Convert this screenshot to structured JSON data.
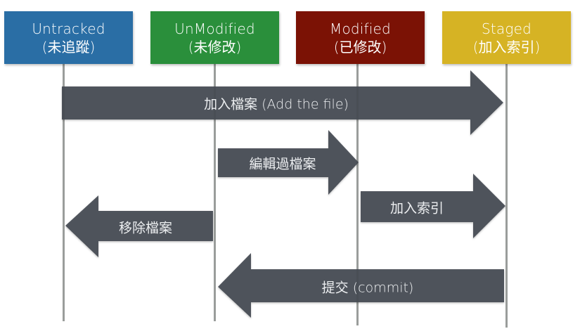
{
  "states": [
    {
      "name": "Untracked",
      "sub": "(未追蹤)",
      "color": "#2a6ea5"
    },
    {
      "name": "UnModified",
      "sub": "(未修改)",
      "color": "#2a8f3b"
    },
    {
      "name": "Modified",
      "sub": "(已修改)",
      "color": "#7b1205"
    },
    {
      "name": "Staged",
      "sub": "(加入索引)",
      "color": "#d6b324"
    }
  ],
  "transitions": [
    {
      "label": "加入檔案 (Add the file)",
      "from": "Untracked",
      "to": "Staged",
      "direction": "right"
    },
    {
      "label": "編輯過檔案",
      "from": "UnModified",
      "to": "Modified",
      "direction": "right"
    },
    {
      "label": "加入索引",
      "from": "Modified",
      "to": "Staged",
      "direction": "right"
    },
    {
      "label": "移除檔案",
      "from": "UnModified",
      "to": "Untracked",
      "direction": "left"
    },
    {
      "label": "提交 (commit)",
      "from": "Staged",
      "to": "UnModified",
      "direction": "left"
    }
  ],
  "colors": {
    "arrow": "#454a52",
    "lifeline": "#9a9d9b"
  }
}
